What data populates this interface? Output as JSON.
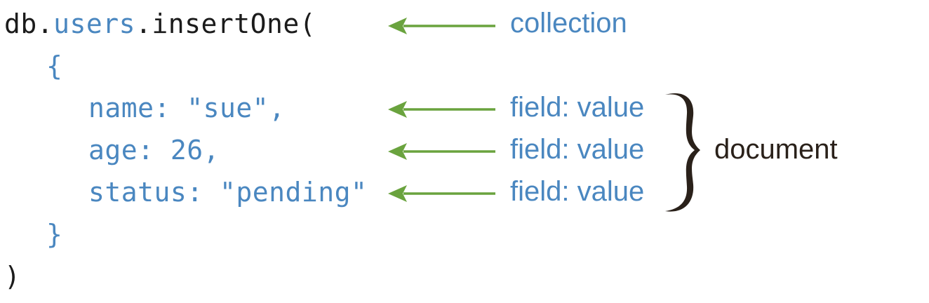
{
  "code": {
    "line1": {
      "prefix": "db.",
      "collection": "users",
      "suffix": ".insertOne("
    },
    "line2": "{",
    "line3": "name: \"sue\",",
    "line4": "age: 26,",
    "line5": "status: \"pending\"",
    "line6": "}",
    "line7": ")"
  },
  "annotations": {
    "collection": "collection",
    "field1": "field: value",
    "field2": "field: value",
    "field3": "field: value",
    "document": "document"
  },
  "colors": {
    "code_text": "#1b1b1b",
    "code_accent": "#4a87c0",
    "label": "#4a87c0",
    "arrow": "#6aa33e",
    "brace": "#2a211a"
  },
  "icons": {
    "arrow": "left-arrow",
    "brace": "right-curly-brace"
  }
}
